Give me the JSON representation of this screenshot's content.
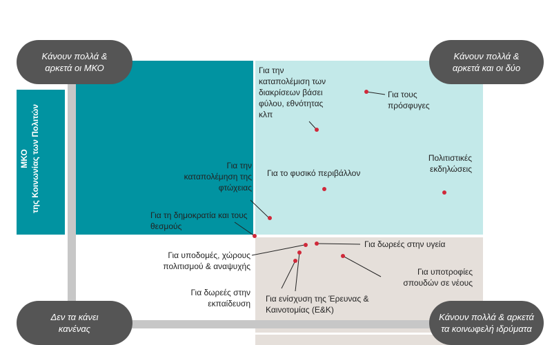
{
  "corners": {
    "top_left": "Κάνουν πολλά & αρκετά οι ΜΚΟ",
    "top_right": "Κάνουν πολλά & αρκετά και οι δύο",
    "bottom_left": "Δεν τα κάνει κανένας",
    "bottom_right": "Κάνουν πολλά & αρκετά τα κοινωφελή ιδρύματα"
  },
  "axis_label": {
    "line1": "ΜΚΟ",
    "line2": "της Κοινωνίας των Πολιτών"
  },
  "items": {
    "discrimination": "Για την καταπολέμιση των διακρίσεων βάσει φύλου, εθνότητας κλπ",
    "refugees": "Για τους πρόσφυγες",
    "environment": "Για το φυσικό περιβάλλον",
    "culture": "Πολιτιστικές εκδηλώσεις",
    "poverty": "Για την καταπολέμηση της φτώχειας",
    "democracy": "Για τη δημοκρατία και τους θεσμούς",
    "infrastructure": "Για υποδομές, χώρους πολιτισμού & αναψυχής",
    "health": "Για δωρεές στην υγεία",
    "education": "Για δωρεές στην εκπαίδευση",
    "research": "Για ενίσχυση της Έρευνας & Καινοτομίας (Ε&Κ)",
    "scholarships": "Για υποτροφίες σπουδών σε νέους"
  },
  "colors": {
    "teal": "#0193a1",
    "light_teal": "#c3e9e9",
    "beige": "#e5dfda",
    "pill": "#555555",
    "dot": "#d0293a",
    "bar": "#c7c7c7"
  }
}
